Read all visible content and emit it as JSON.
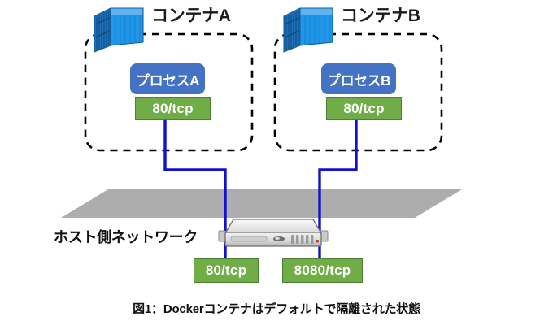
{
  "figure": {
    "caption": "図1：Dockerコンテナはデフォルトで隔離された状態",
    "colors": {
      "process_blue": "#4472C4",
      "port_green": "#70AD47",
      "port_green_border": "#4F7F32",
      "connector_blue": "#1010D0",
      "host_plane_gray": "#ADADAD",
      "container_icon_blue": "#1F8BE0",
      "boundary_dashed": "#000000",
      "text_dark": "#111111"
    }
  },
  "containers": [
    {
      "id": "container-a",
      "title": "コンテナA",
      "icon": "docker-container-icon",
      "process": {
        "label": "プロセスA"
      },
      "port": {
        "label": "80/tcp"
      }
    },
    {
      "id": "container-b",
      "title": "コンテナB",
      "icon": "docker-container-icon",
      "process": {
        "label": "プロセスB"
      },
      "port": {
        "label": "80/tcp"
      }
    }
  ],
  "host": {
    "label": "ホスト側ネットワーク",
    "icon": "rack-server-icon",
    "ports": [
      {
        "id": "host-port-1",
        "label": "80/tcp"
      },
      {
        "id": "host-port-2",
        "label": "8080/tcp"
      }
    ]
  }
}
